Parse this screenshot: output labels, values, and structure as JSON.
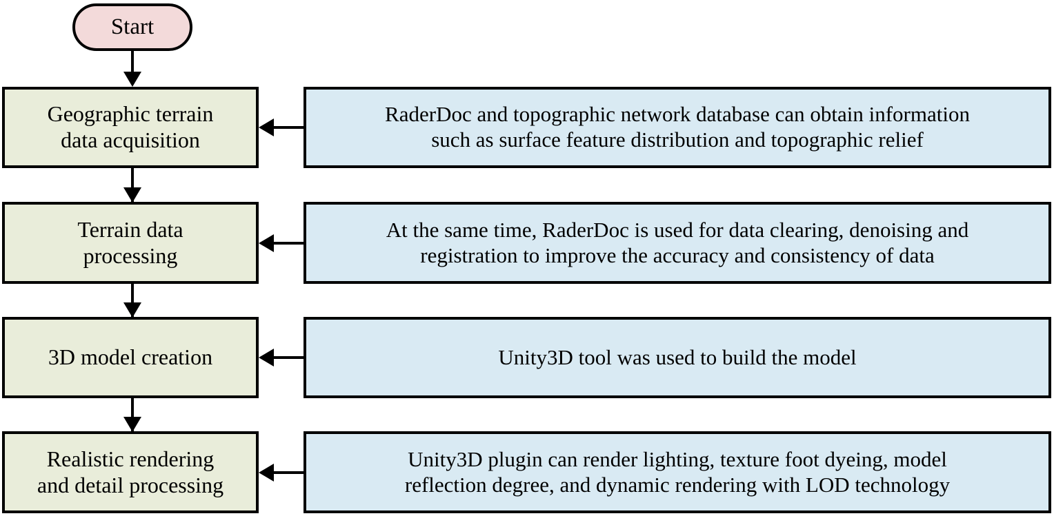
{
  "diagram": {
    "title": "3D terrain modeling workflow flowchart",
    "colors": {
      "start_fill": "#f3dada",
      "stage_fill": "#e9edda",
      "description_fill": "#d9eaf3",
      "stroke": "#000000",
      "background": "#ffffff"
    }
  },
  "start": {
    "label": "Start"
  },
  "stages": [
    {
      "label": "Geographic terrain\ndata acquisition"
    },
    {
      "label": "Terrain data\nprocessing"
    },
    {
      "label": "3D model creation"
    },
    {
      "label": "Realistic rendering\nand detail processing"
    }
  ],
  "descriptions": [
    {
      "label": "RaderDoc and topographic network database can obtain information\nsuch as surface feature distribution and topographic relief"
    },
    {
      "label": "At the same time, RaderDoc is used for data clearing, denoising and\nregistration to improve the accuracy and consistency of data"
    },
    {
      "label": "Unity3D tool was used to build the model"
    },
    {
      "label": "Unity3D plugin can render lighting, texture foot dyeing, model\nreflection degree, and dynamic rendering with LOD technology"
    }
  ],
  "connectors": {
    "start_to_stage1": "arrow-down",
    "stage1_to_stage2": "arrow-down",
    "stage2_to_stage3": "arrow-down",
    "stage3_to_stage4": "arrow-down",
    "desc1_to_stage1": "arrow-left",
    "desc2_to_stage2": "arrow-left",
    "desc3_to_stage3": "arrow-left",
    "desc4_to_stage4": "arrow-left"
  }
}
